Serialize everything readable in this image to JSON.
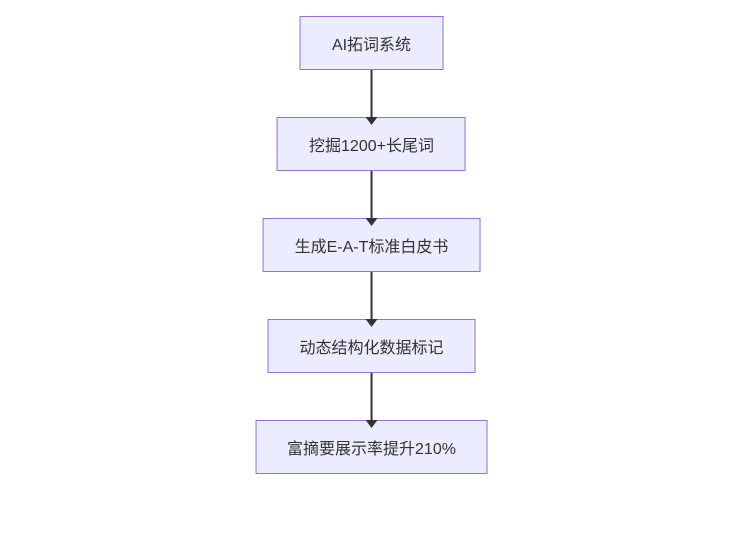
{
  "flowchart": {
    "type": "flowchart-top-down",
    "background_color": "#ffffff",
    "node_fill_color": "#ececff",
    "node_border_color": "#9370db",
    "text_color": "#333333",
    "arrow_color": "#333333",
    "nodes": [
      {
        "id": "node-1",
        "label": "AI拓词系统"
      },
      {
        "id": "node-2",
        "label": "挖掘1200+长尾词"
      },
      {
        "id": "node-3",
        "label": "生成E-A-T标准白皮书"
      },
      {
        "id": "node-4",
        "label": "动态结构化数据标记"
      },
      {
        "id": "node-5",
        "label": "富摘要展示率提升210%"
      }
    ],
    "edges": [
      {
        "from": "node-1",
        "to": "node-2"
      },
      {
        "from": "node-2",
        "to": "node-3"
      },
      {
        "from": "node-3",
        "to": "node-4"
      },
      {
        "from": "node-4",
        "to": "node-5"
      }
    ]
  }
}
